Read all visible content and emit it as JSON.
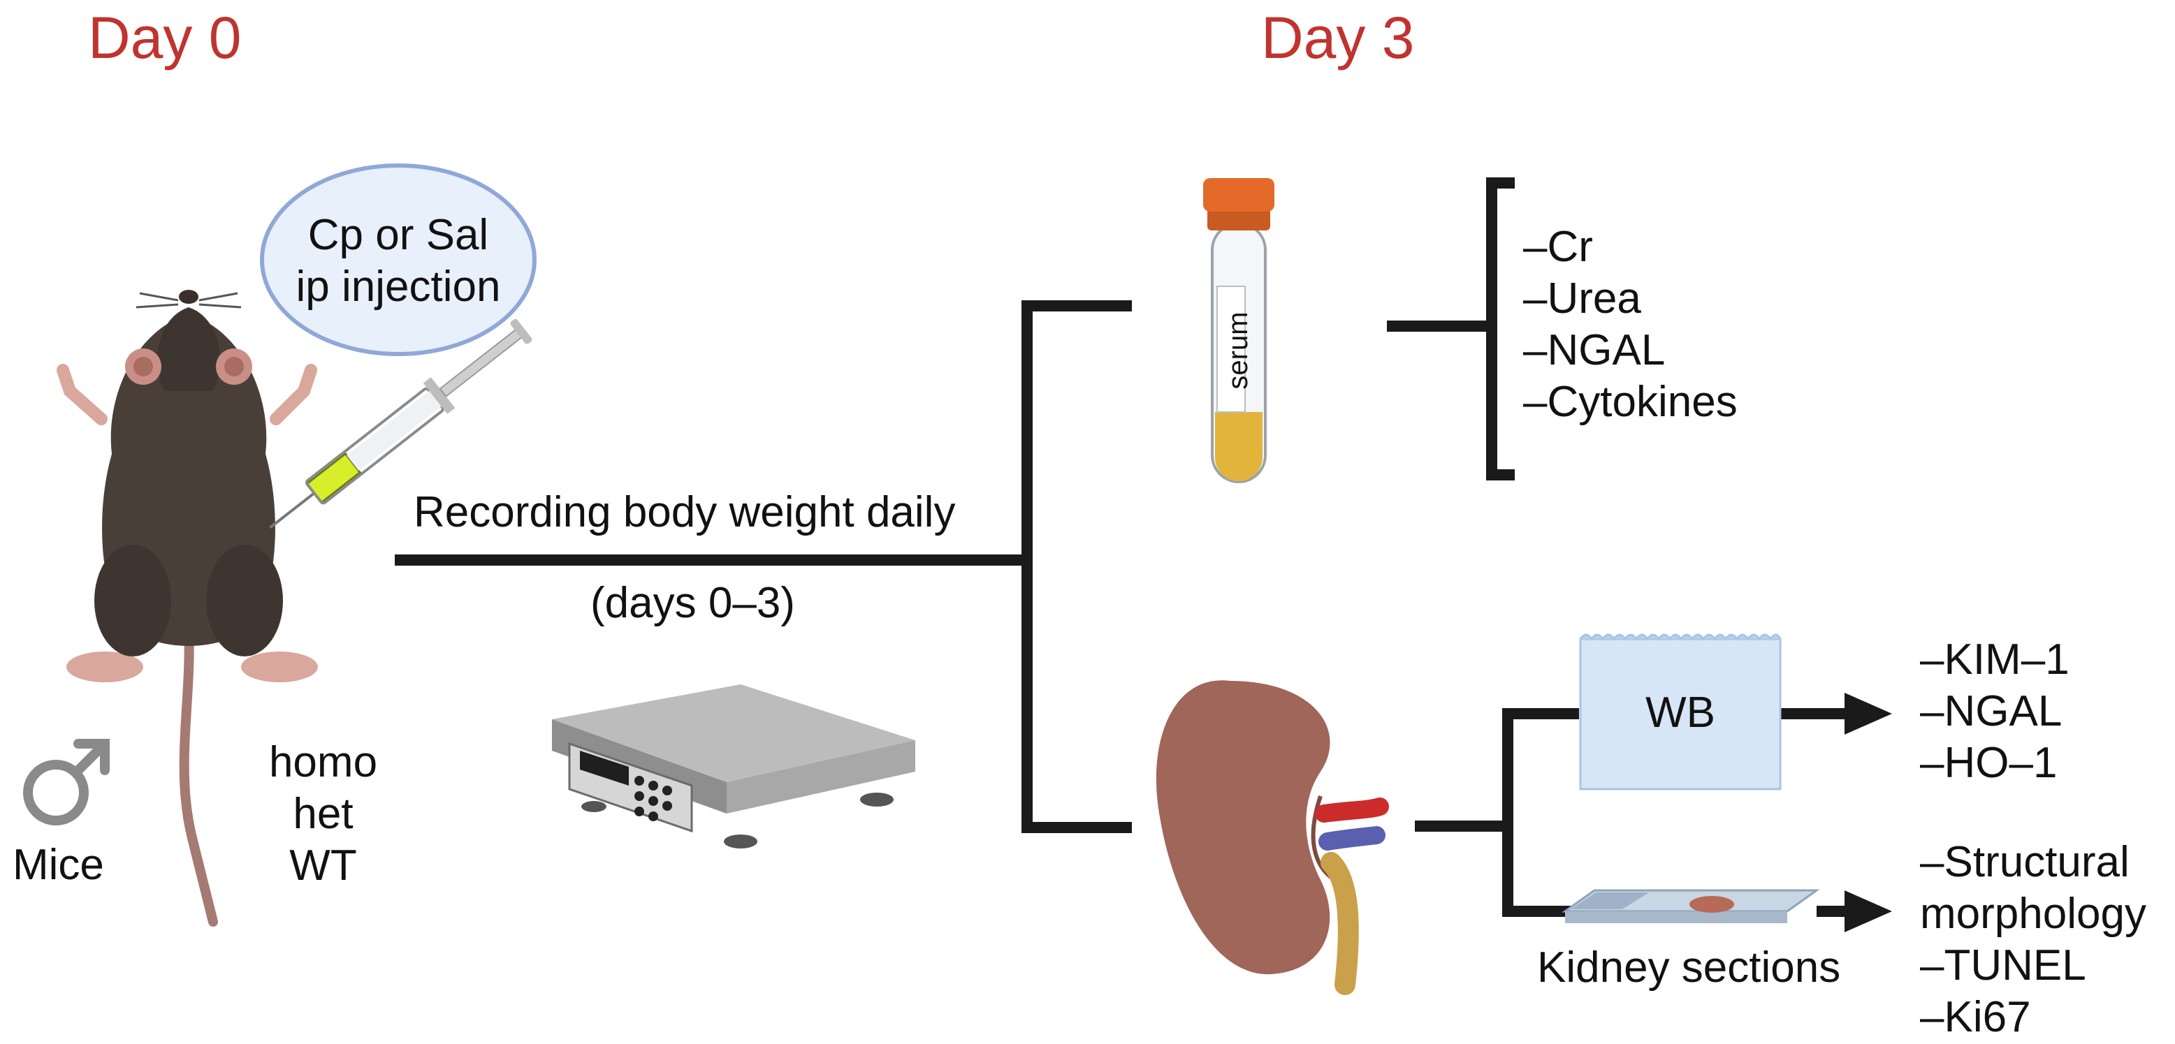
{
  "colors": {
    "day_label": "#c0332e",
    "line": "#1a1a1a",
    "bubble_fill": "#e8f0fb",
    "bubble_stroke": "#8fa8d8",
    "wb_fill": "#d7e6f7",
    "wb_stroke": "#a9c4e6",
    "mouse_body": "#4a3f38",
    "tube_cap": "#e46a2a",
    "serum": "#e2b43b",
    "kidney": "#a0665a",
    "artery": "#cc2b2b",
    "vein": "#5a5fb0",
    "ureter": "#caa14a"
  },
  "timeline": {
    "day0": "Day 0",
    "day3": "Day 3"
  },
  "injection": {
    "line1": "Cp or Sal",
    "line2": "ip injection"
  },
  "mice": {
    "label": "Mice",
    "genotypes": [
      "homo",
      "het",
      "WT"
    ],
    "sex_icon": "male-symbol-icon"
  },
  "weight": {
    "line1": "Recording body weight daily",
    "line2": "(days 0–3)"
  },
  "serum": {
    "tube_label": "serum",
    "outputs": [
      "–Cr",
      "–Urea",
      "–NGAL",
      "–Cytokines"
    ]
  },
  "kidney": {
    "wb_label": "WB",
    "wb_outputs": [
      "–KIM–1",
      "–NGAL",
      "–HO–1"
    ],
    "sections_label": "Kidney sections",
    "section_outputs": [
      "–Structural",
      "morphology",
      "–TUNEL",
      "–Ki67"
    ]
  },
  "icons": [
    "mouse-icon",
    "syringe-icon",
    "scale-icon",
    "blood-tube-icon",
    "kidney-icon",
    "microscope-slide-icon",
    "arrow-icon"
  ]
}
